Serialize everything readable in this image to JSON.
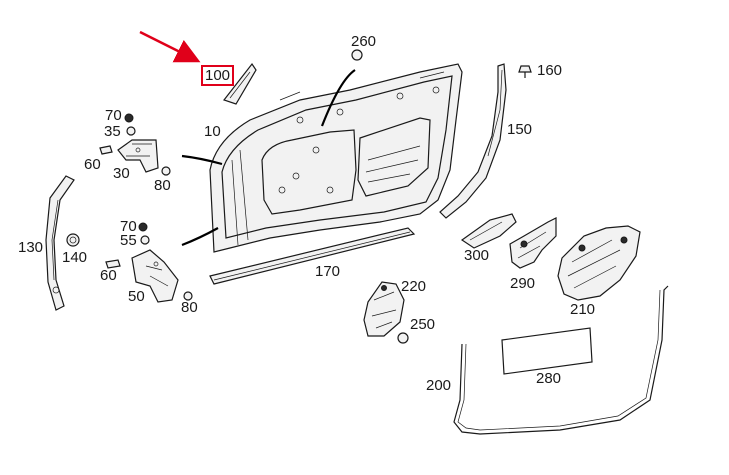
{
  "accent_color": "#e0001a",
  "callouts": {
    "c100": "100",
    "c260": "260",
    "c160": "160",
    "c150": "150",
    "c10": "10",
    "c70a": "70",
    "c35": "35",
    "c60a": "60",
    "c30": "30",
    "c80a": "80",
    "c130": "130",
    "c140": "140",
    "c70b": "70",
    "c55": "55",
    "c60b": "60",
    "c50": "50",
    "c80b": "80",
    "c170": "170",
    "c220": "220",
    "c250": "250",
    "c300": "300",
    "c290": "290",
    "c210": "210",
    "c200": "200",
    "c280": "280"
  },
  "highlighted_callout": "100",
  "icons": [
    "red-arrow-icon"
  ]
}
